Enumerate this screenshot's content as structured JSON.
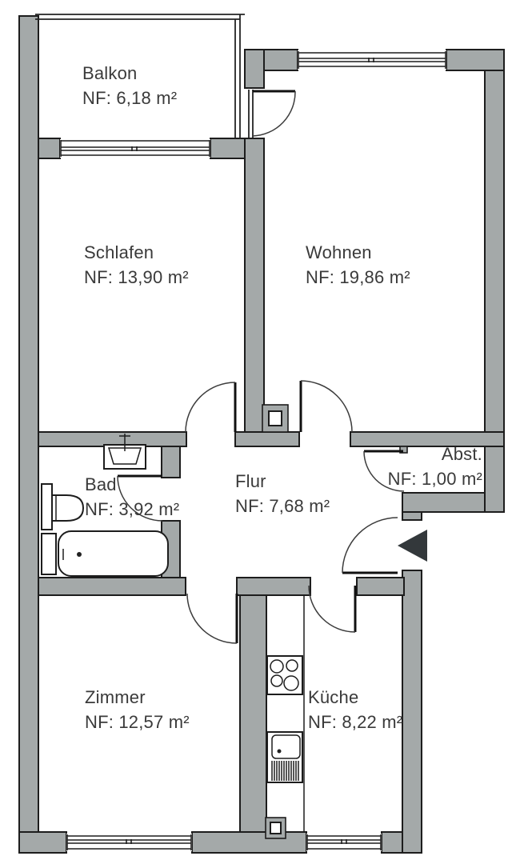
{
  "plan": {
    "type": "apartment-floor-plan",
    "rooms": [
      {
        "id": "balkon",
        "name": "Balkon",
        "area": "NF: 6,18 m²"
      },
      {
        "id": "schlafen",
        "name": "Schlafen",
        "area": "NF: 13,90 m²"
      },
      {
        "id": "wohnen",
        "name": "Wohnen",
        "area": "NF: 19,86 m²"
      },
      {
        "id": "bad",
        "name": "Bad",
        "area": "NF: 3,92 m²"
      },
      {
        "id": "flur",
        "name": "Flur",
        "area": "NF: 7,68 m²"
      },
      {
        "id": "abst",
        "name": "Abst.",
        "area": "NF: 1,00 m²"
      },
      {
        "id": "zimmer",
        "name": "Zimmer",
        "area": "NF: 12,57 m²"
      },
      {
        "id": "kueche",
        "name": "Küche",
        "area": "NF: 8,22 m²"
      }
    ],
    "fixtures": {
      "bathroom": [
        "washbasin",
        "toilet",
        "bathtub",
        "duct-shaft",
        "duct-shaft"
      ],
      "kitchen": [
        "stove-4-plates",
        "kitchen-sink-with-drainer",
        "counter",
        "shaft"
      ],
      "hall": [
        "shaft"
      ],
      "entrance": [
        "entrance-arrow"
      ]
    },
    "colors": {
      "wall_fill": "#a4a9a9",
      "outline": "#1d1d1d",
      "door_arc": "#3c3c3c",
      "entrance_arrow": "#33383b",
      "text": "#3a3a3a",
      "background": "#ffffff"
    }
  }
}
